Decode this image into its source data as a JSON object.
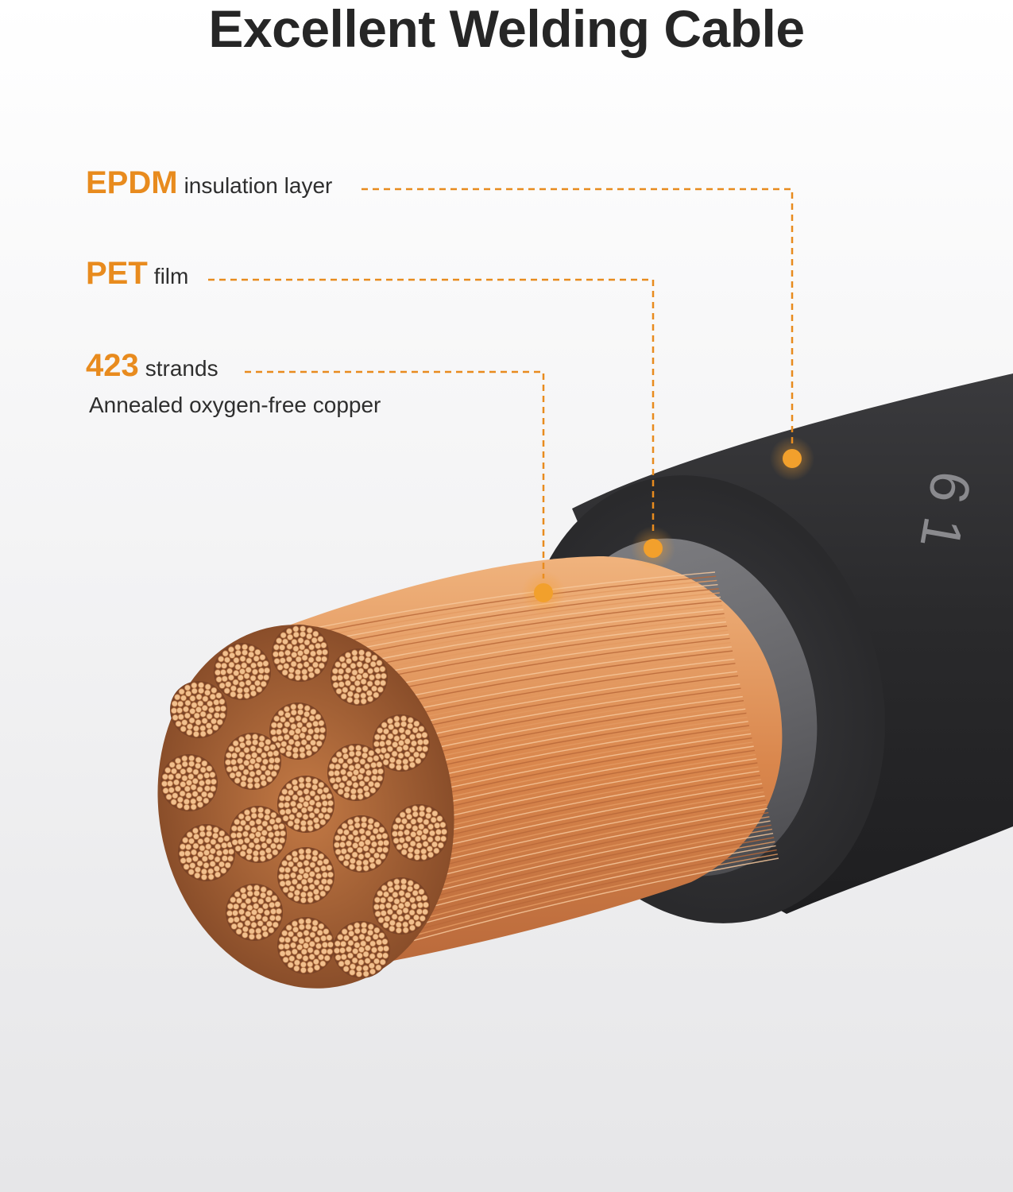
{
  "title": "Excellent Welding Cable",
  "callouts": [
    {
      "key": "EPDM",
      "desc": "insulation layer"
    },
    {
      "key": "PET",
      "desc": "film"
    },
    {
      "key": "423",
      "desc": "strands",
      "subdesc": "Annealed oxygen-free copper"
    }
  ],
  "jacket_marking": "6 1",
  "colors": {
    "accent": "#e88b1e",
    "title": "#262626",
    "jacket": "#2b2b2d",
    "copper": "#d98a52"
  }
}
